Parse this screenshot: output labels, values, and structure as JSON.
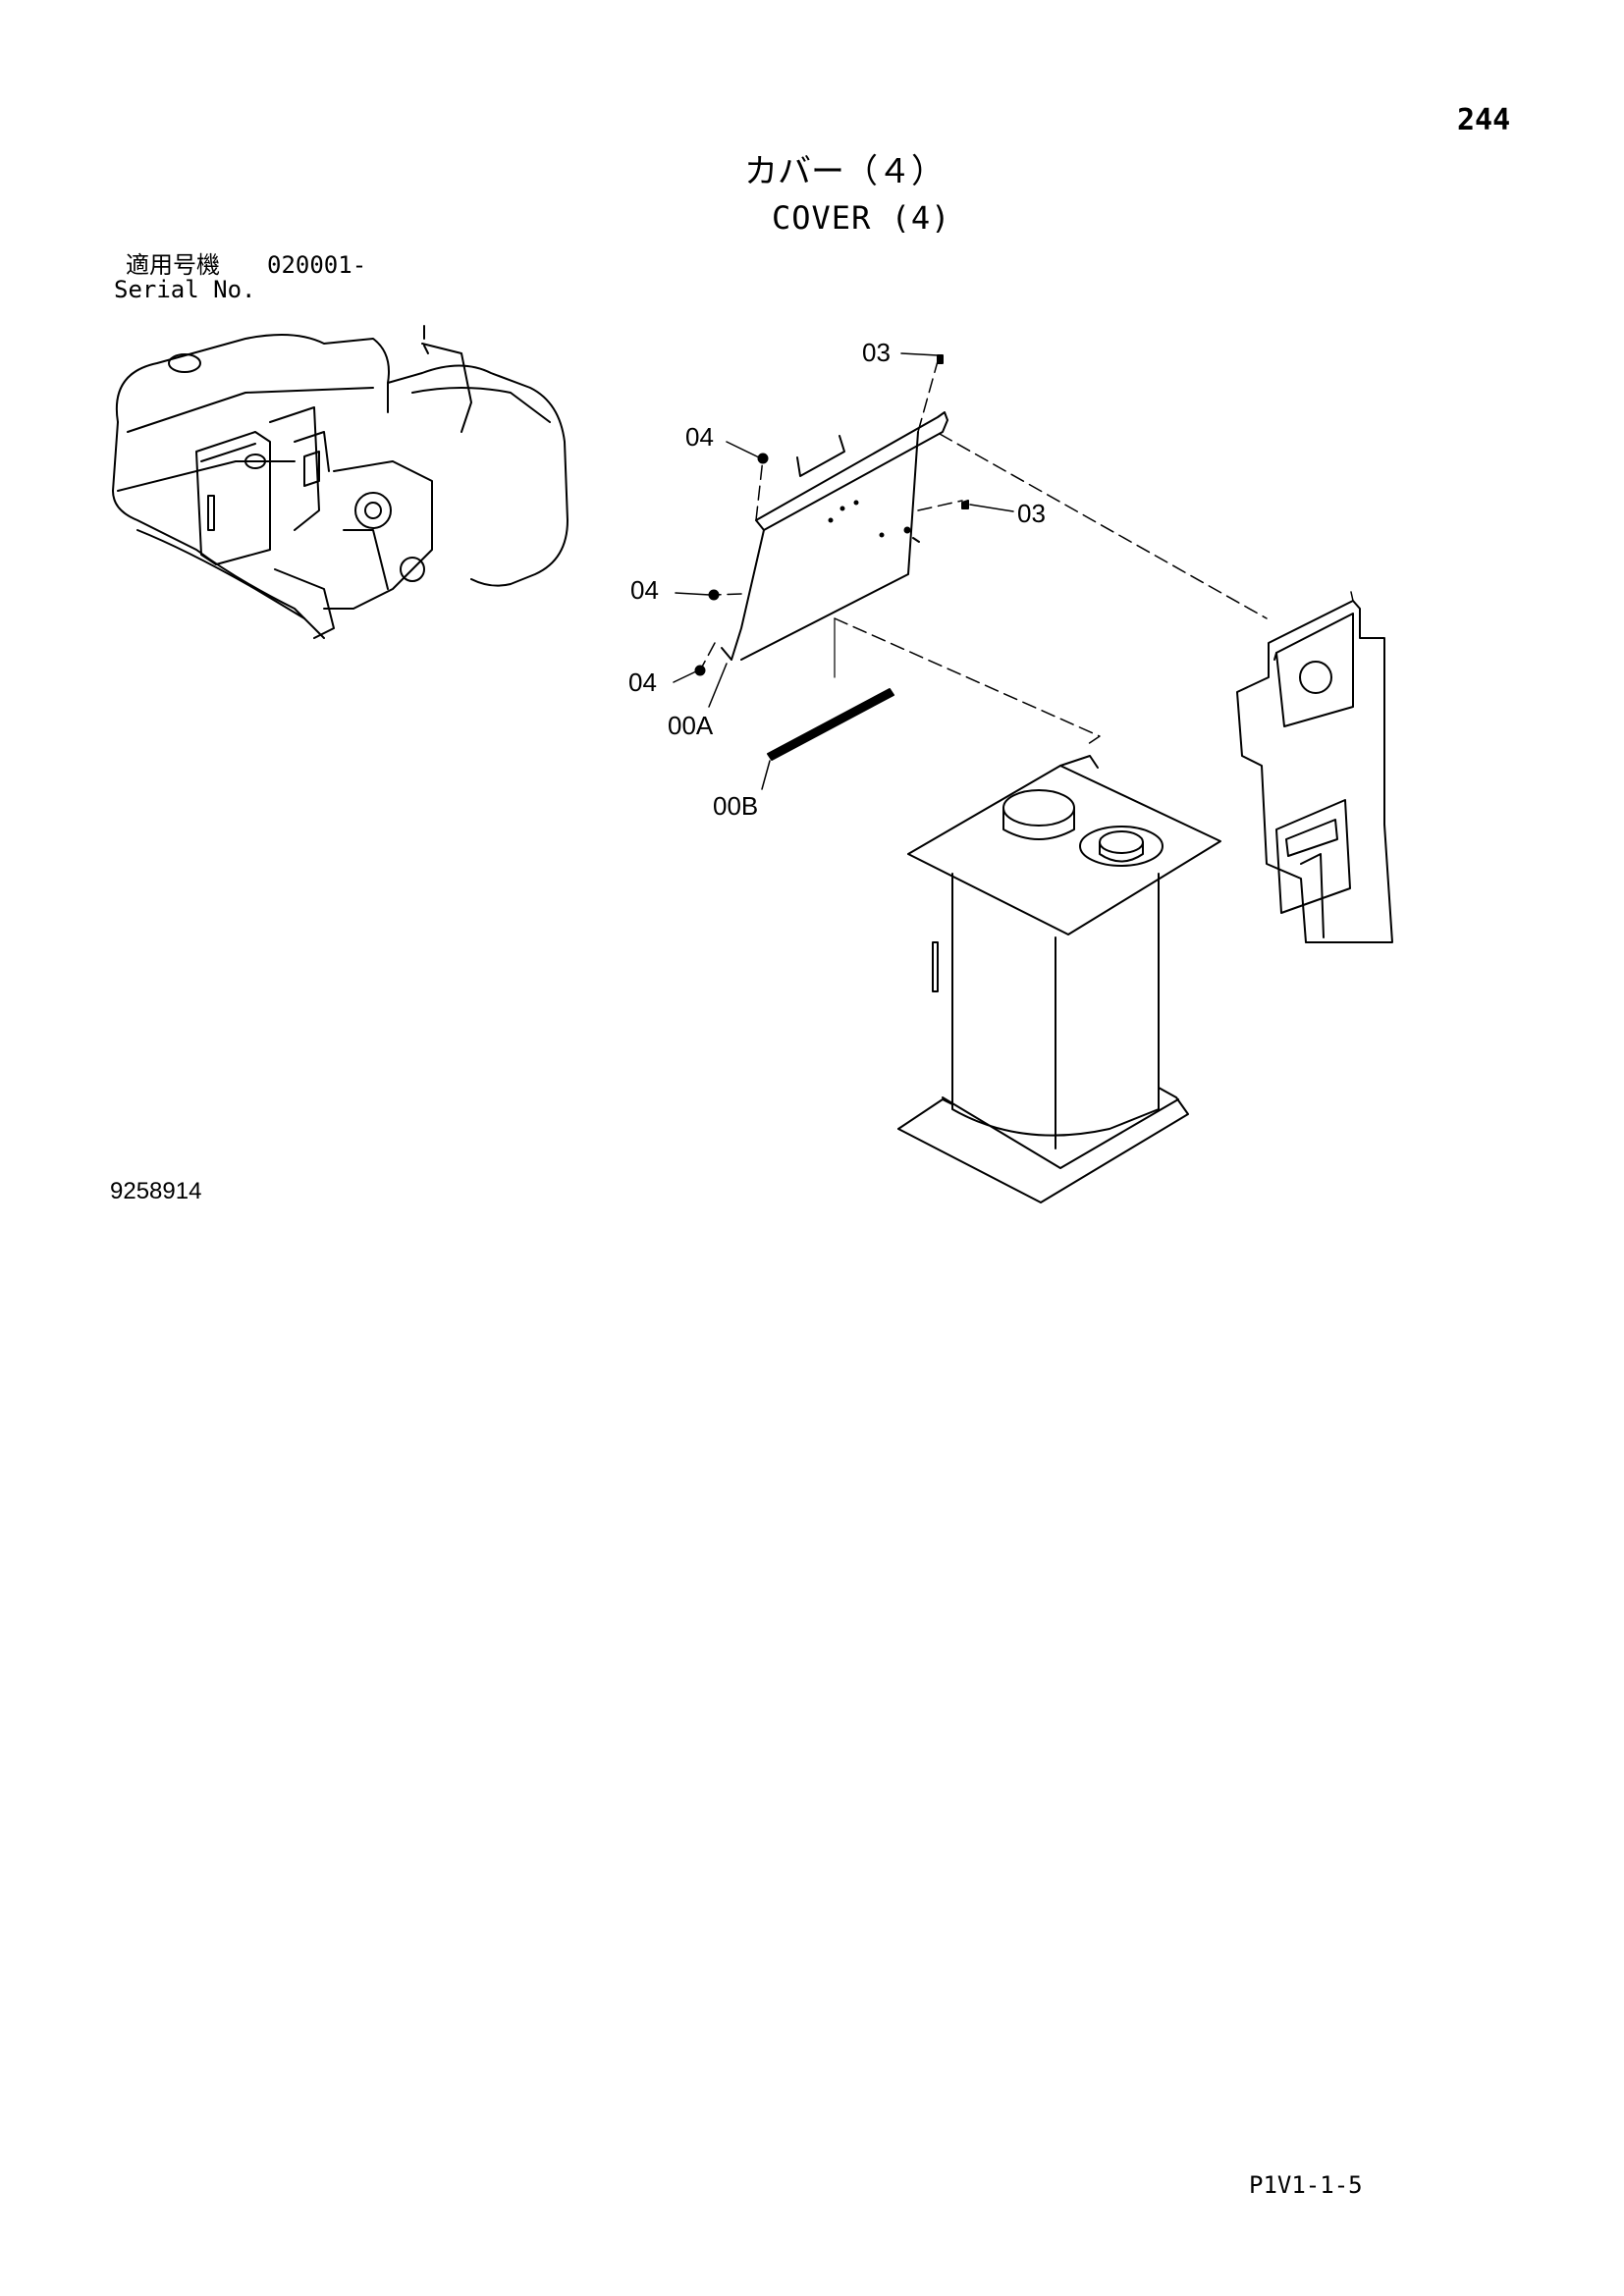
{
  "header": {
    "page_number": "244",
    "title_jp": "カバー（４）",
    "title_en": "COVER (4)"
  },
  "serial": {
    "label_jp": "適用号機",
    "value": "020001-",
    "label_en": "Serial No."
  },
  "callouts": {
    "c03_top": "03",
    "c04_top": "04",
    "c03_right": "03",
    "c04_mid": "04",
    "c04_bottom": "04",
    "c00A": "00A",
    "c00B": "00B"
  },
  "footer": {
    "drawing_number": "9258914",
    "page_code": "P1V1-1-5"
  }
}
